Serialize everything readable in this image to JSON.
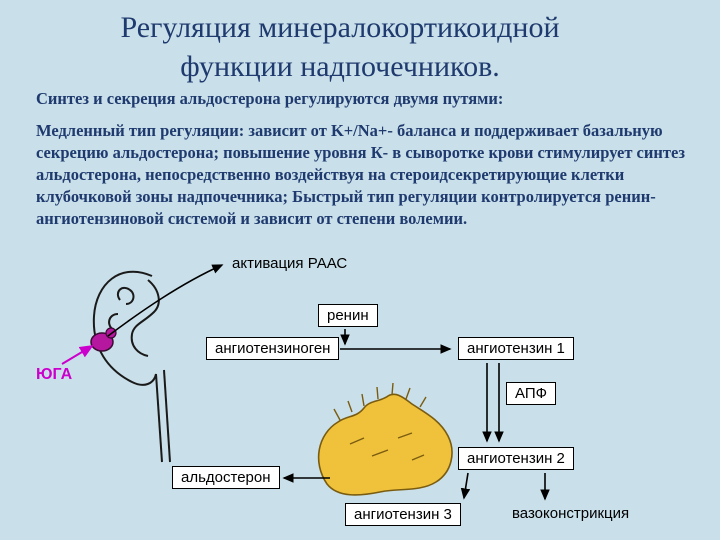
{
  "slide": {
    "title": {
      "line1": "Регуляция минералокортикоидной",
      "line2": "функции надпочечников."
    },
    "intro": "Синтез и секреция альдостерона регулируются двумя путями:",
    "body": "Медленный тип регуляции: зависит от K+/Na+- баланса и поддерживает базальную секрецию альдостерона; повышение уровня К- в сыворотке крови стимулирует синтез альдостерона, непосредственно воздействуя на стероидсекретирующие клетки клубочковой зоны надпочечника; Быстрый тип регуляции контролируется ренин-ангиотензиновой системой и зависит от степени волемии."
  },
  "diagram": {
    "raas_label": "активация РААС",
    "renin": "ренин",
    "angiotensinogen": "ангиотензиноген",
    "angiotensin1": "ангиотензин 1",
    "apf": "АПФ",
    "angiotensin2": "ангиотензин 2",
    "angiotensin3": "ангиотензин 3",
    "vasoconstriction": "вазоконстрикция",
    "aldosterone": "альдостерон",
    "juga": "ЮГА"
  },
  "colors": {
    "background": "#c9dfe9",
    "text": "#1e3a6e",
    "box_fill": "#ffffff",
    "box_border": "#000000",
    "juga_accent": "#cc00cc",
    "gland_fill": "#f0c23c"
  }
}
